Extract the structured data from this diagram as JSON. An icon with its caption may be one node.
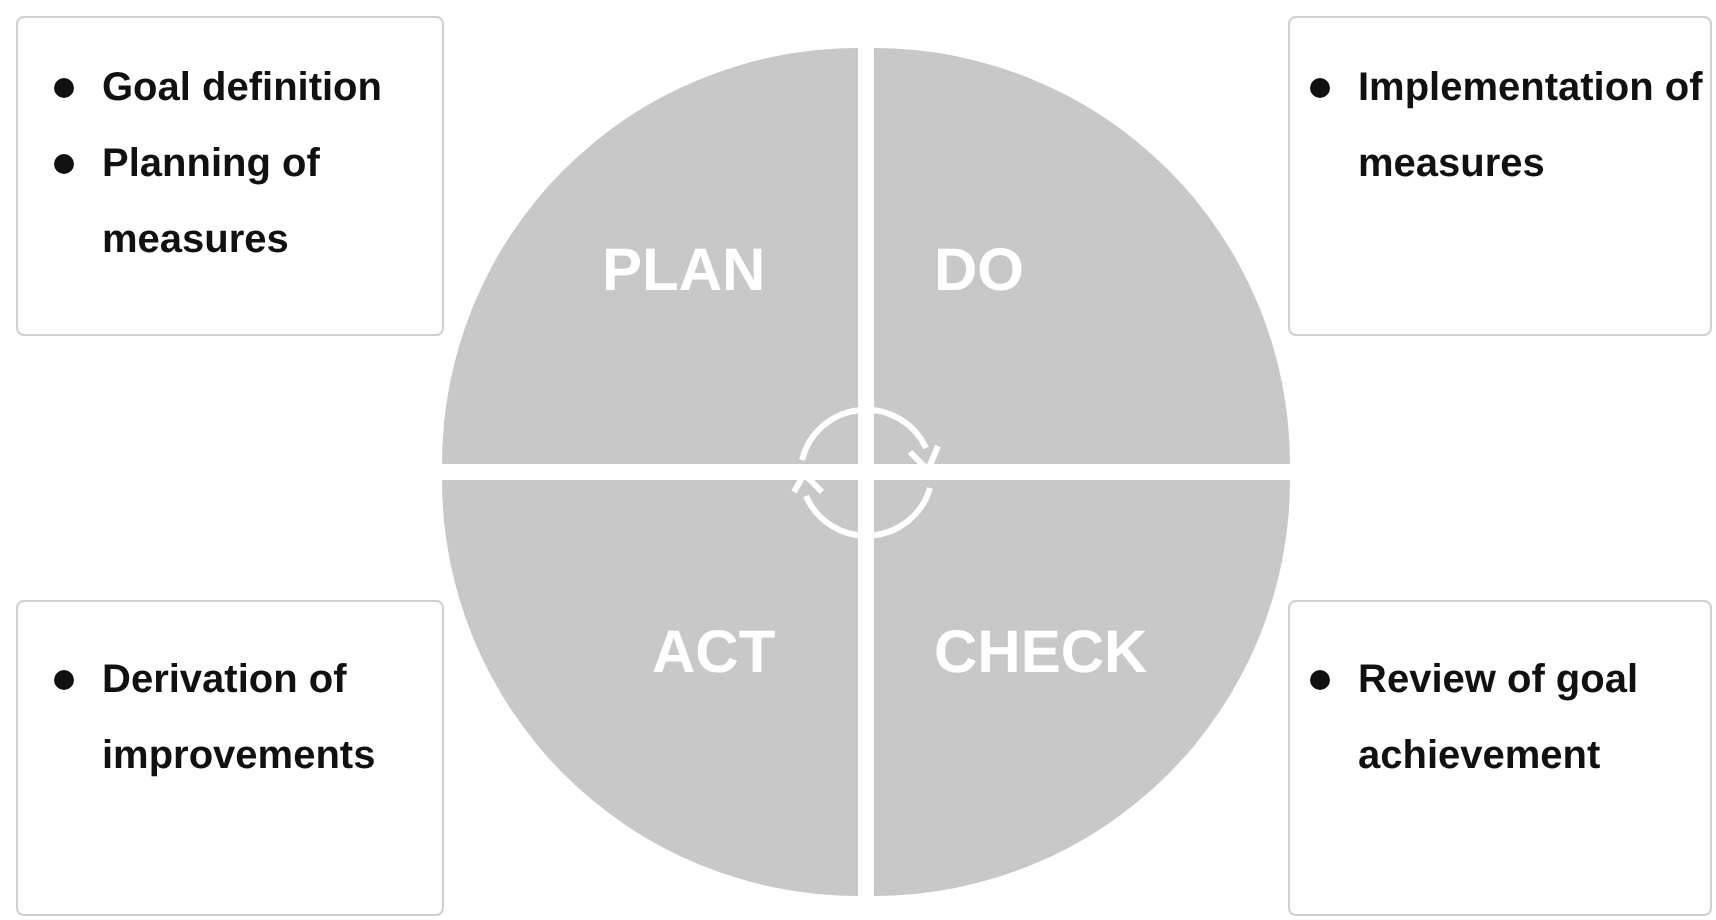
{
  "diagram": {
    "nodes": [
      {
        "text": [
          "Goal definition",
          "Planning of measures"
        ]
      },
      {
        "text": [
          "PLAN"
        ]
      },
      {
        "text": [
          "DO"
        ]
      },
      {
        "text": [
          "Implementation of measures"
        ]
      },
      {
        "text": [
          "Derivation of improvements"
        ]
      },
      {
        "text": [
          "ACT"
        ]
      },
      {
        "text": [
          "CHECK"
        ]
      },
      {
        "text": [
          "Review of goal achievement"
        ]
      }
    ]
  }
}
